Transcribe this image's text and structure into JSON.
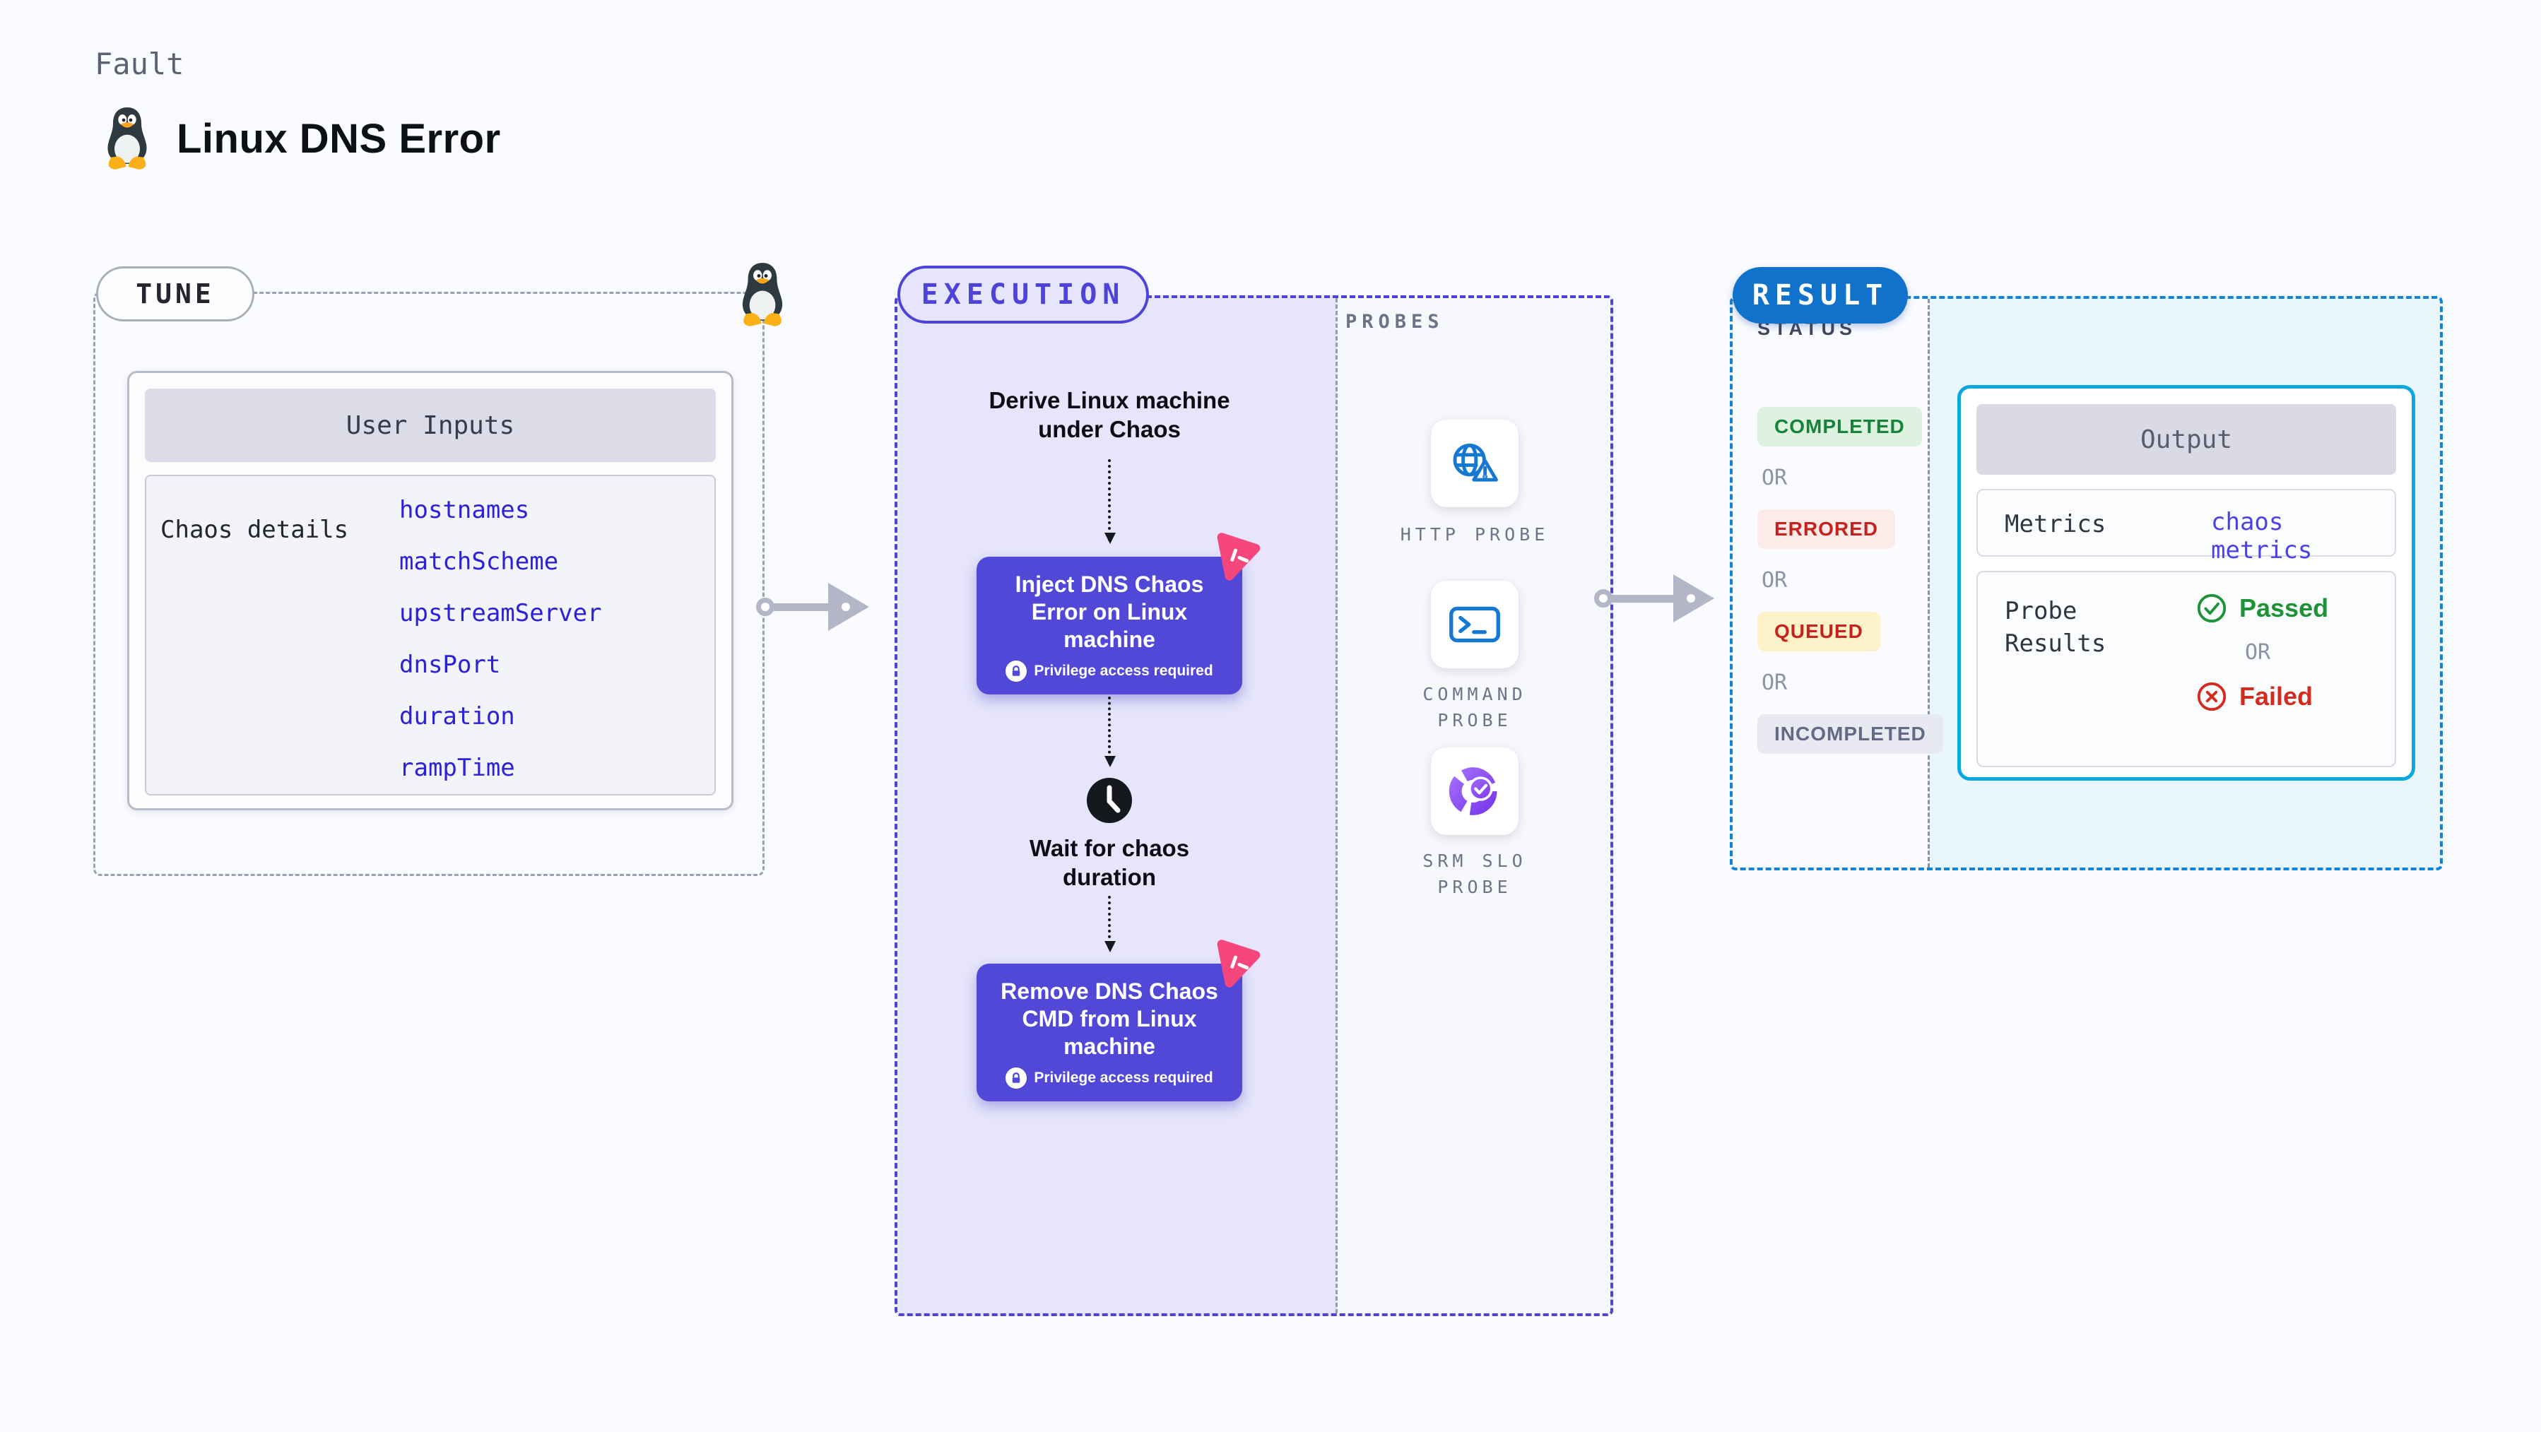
{
  "header": {
    "kicker": "Fault",
    "title": "Linux DNS Error"
  },
  "tune": {
    "label": "TUNE",
    "card_title": "User Inputs",
    "row_label": "Chaos details",
    "values": [
      "hostnames",
      "matchScheme",
      "upstreamServer",
      "dnsPort",
      "duration",
      "rampTime"
    ]
  },
  "execution": {
    "label": "EXECUTION",
    "derive_text": "Derive Linux machine under Chaos",
    "inject_title": "Inject DNS Chaos Error on Linux machine",
    "privilege_note": "Privilege access required",
    "wait_text": "Wait for chaos duration",
    "remove_title": "Remove DNS Chaos CMD from Linux machine"
  },
  "probes": {
    "label": "PROBES",
    "items": [
      {
        "name": "HTTP PROBE",
        "icon": "globe-alert-icon"
      },
      {
        "name": "COMMAND PROBE",
        "icon": "terminal-icon"
      },
      {
        "name": "SRM SLO PROBE",
        "icon": "slo-donut-icon"
      }
    ]
  },
  "result": {
    "label": "RESULT",
    "status_title": "STATUS",
    "statuses": [
      {
        "label": "COMPLETED"
      },
      {
        "label": "ERRORED"
      },
      {
        "label": "QUEUED"
      },
      {
        "label": "INCOMPLETED"
      }
    ],
    "output": {
      "title": "Output",
      "metrics_label": "Metrics",
      "metrics_value": "chaos metrics",
      "probe_results_label": "Probe Results",
      "passed": "Passed",
      "failed": "Failed"
    }
  },
  "common": {
    "or": "OR"
  },
  "colors": {
    "page_bg": "#fafbff",
    "accent_exec": "#4d43d8",
    "exec_fill": "#e6e5fb",
    "node_fill": "#5148d8",
    "chaos_pink": "#f5477e",
    "accent_result": "#1283d6",
    "result_pill": "#1172cc",
    "result_fill": "#e9f6fd",
    "output_border": "#09a8e0",
    "probe_blue": "#1778d2",
    "srm_purple": "#8b5cf6",
    "arrow_gray": "#b4b6c8",
    "value_blue": "#2b21d8",
    "metrics_blue": "#4a41e6",
    "passed_green": "#1d9336",
    "failed_red": "#d32b1e",
    "completed_fg": "#17823a",
    "completed_bg": "#def3df",
    "errored_fg": "#c6231f",
    "errored_bg": "#fcebe9",
    "queued_fg": "#c6231f",
    "queued_bg": "#fdf2c9",
    "incompleted_fg": "#626a85",
    "incompleted_bg": "#e9eaf1"
  }
}
